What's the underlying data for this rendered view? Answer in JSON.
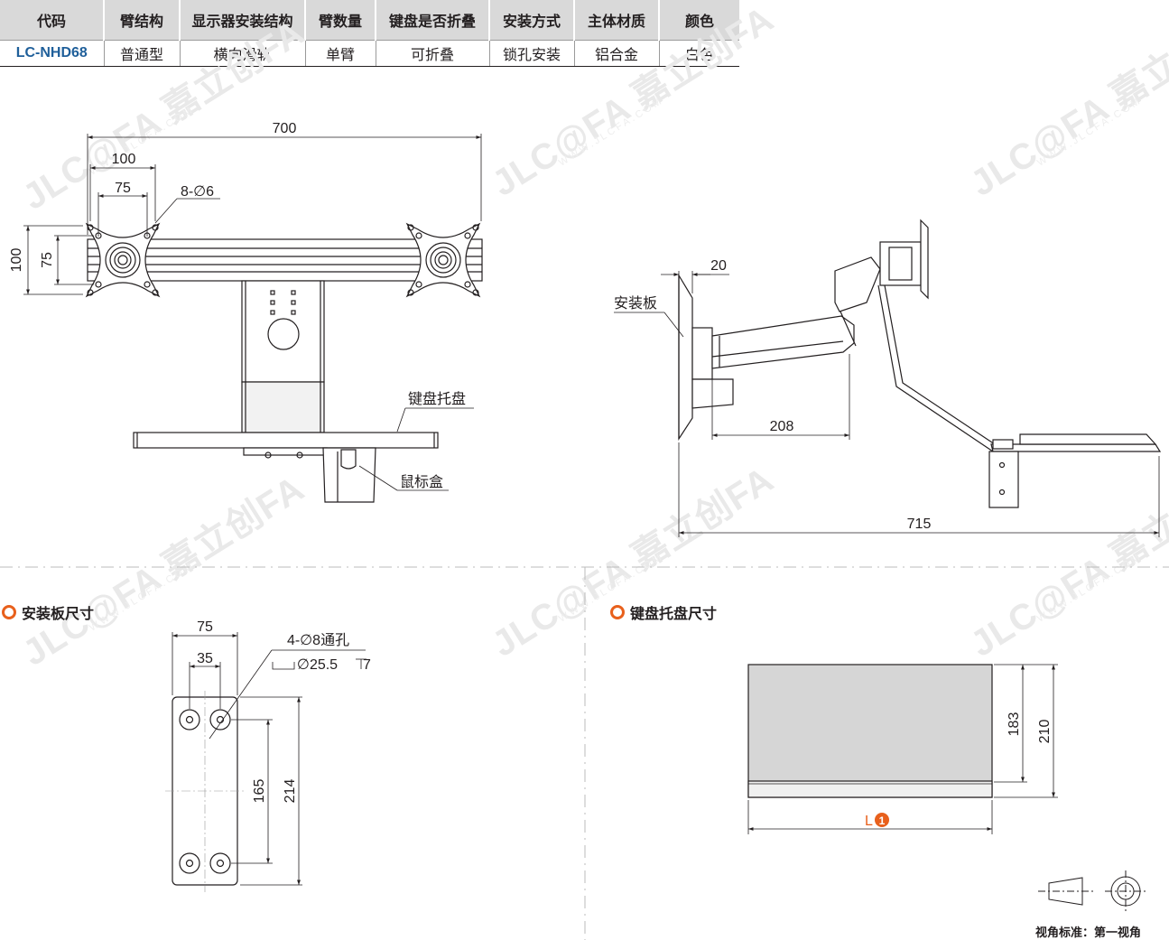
{
  "table": {
    "headers": [
      "代码",
      "臂结构",
      "显示器安装结构",
      "臂数量",
      "键盘是否折叠",
      "安装方式",
      "主体材质",
      "颜色"
    ],
    "row": [
      "LC-NHD68",
      "普通型",
      "横向滑轨",
      "单臂",
      "可折叠",
      "锁孔安装",
      "铝合金",
      "白色"
    ]
  },
  "watermark": {
    "text": "JLC@FA 嘉立创FA",
    "url": "WWW.JLCFA.COM"
  },
  "front_view": {
    "dims": {
      "width_total": "700",
      "hole_100": "100",
      "hole_75": "75",
      "holes": "8-∅6",
      "height_100": "100",
      "height_75": "75"
    },
    "labels": {
      "keyboard_tray": "键盘托盘",
      "mouse_box": "鼠标盒"
    }
  },
  "side_view": {
    "dims": {
      "plate_thickness": "20",
      "arm_208": "208",
      "total_715": "715"
    },
    "labels": {
      "mount_plate": "安装板"
    }
  },
  "plate_section": {
    "title": "安装板尺寸",
    "dims": {
      "width_75": "75",
      "hole_35": "35",
      "holes": "4-∅8通孔",
      "counterbore": "∅25.5",
      "depth": "7",
      "height_165": "165",
      "height_214": "214"
    }
  },
  "tray_section": {
    "title": "键盘托盘尺寸",
    "dims": {
      "depth_183": "183",
      "depth_210": "210",
      "length_label": "L",
      "length_marker": "1"
    }
  },
  "projection": {
    "note": "视角标准：第一视角"
  },
  "colors": {
    "accent": "#e8601c",
    "code_blue": "#1f5f9a",
    "header_bg": "#d9d9d9",
    "watermark": "#e9e9e9"
  }
}
